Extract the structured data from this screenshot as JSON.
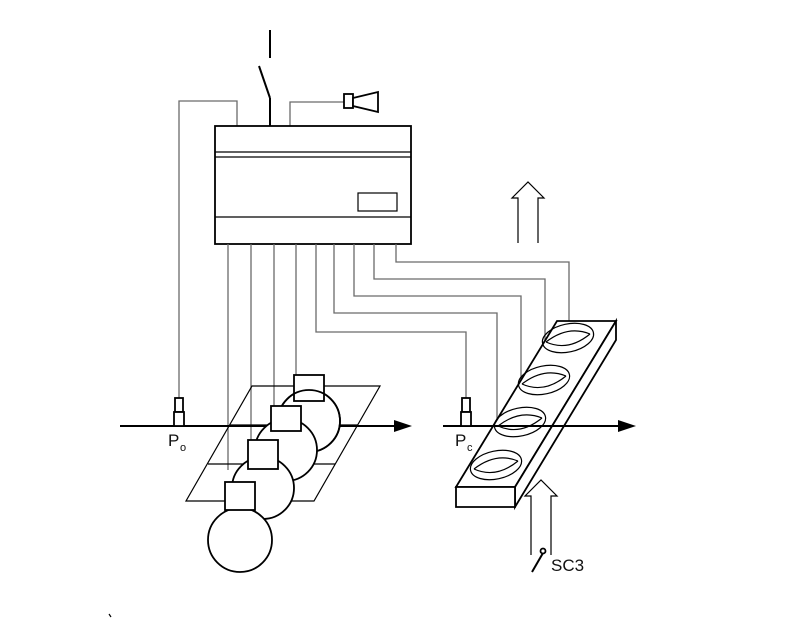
{
  "labels": {
    "suction_pressure": "P",
    "suction_pressure_sub": "o",
    "condensing_pressure": "P",
    "condensing_pressure_sub": "c",
    "sensor": "SC3"
  },
  "colors": {
    "ink": "#000000",
    "wire": "#6a6a6a",
    "background": "#ffffff"
  }
}
